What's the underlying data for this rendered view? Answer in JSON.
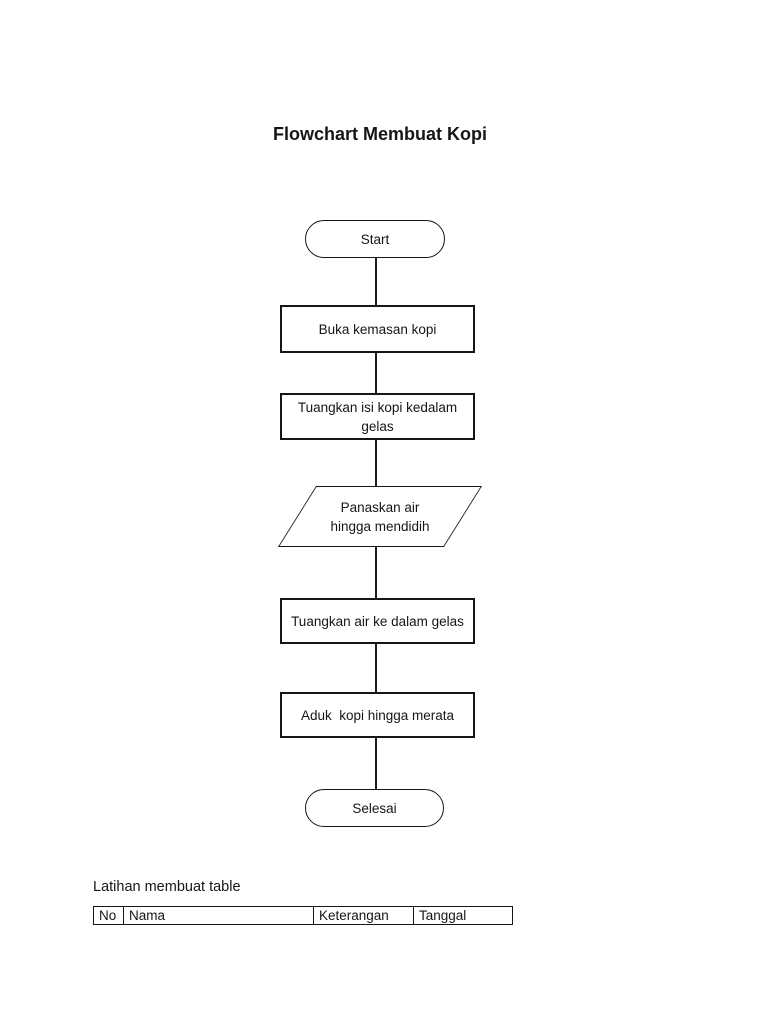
{
  "page": {
    "title": "Flowchart Membuat Kopi"
  },
  "flowchart": {
    "nodes": [
      {
        "id": "start",
        "type": "terminator",
        "label": "Start"
      },
      {
        "id": "step1",
        "type": "process",
        "label": "Buka kemasan kopi"
      },
      {
        "id": "step2",
        "type": "process",
        "label": "Tuangkan isi kopi kedalam\ngelas"
      },
      {
        "id": "step3",
        "type": "input-output",
        "label": "Panaskan air\nhingga mendidih"
      },
      {
        "id": "step4",
        "type": "process",
        "label": "Tuangkan air ke dalam gelas"
      },
      {
        "id": "step5",
        "type": "process",
        "label": "Aduk  kopi hingga merata"
      },
      {
        "id": "end",
        "type": "terminator",
        "label": "Selesai"
      }
    ]
  },
  "table_section": {
    "caption": "Latihan membuat table",
    "headers": [
      "No",
      "Nama",
      "Keterangan",
      "Tanggal"
    ]
  },
  "colors": {
    "ink": "#161616",
    "background": "#ffffff"
  }
}
